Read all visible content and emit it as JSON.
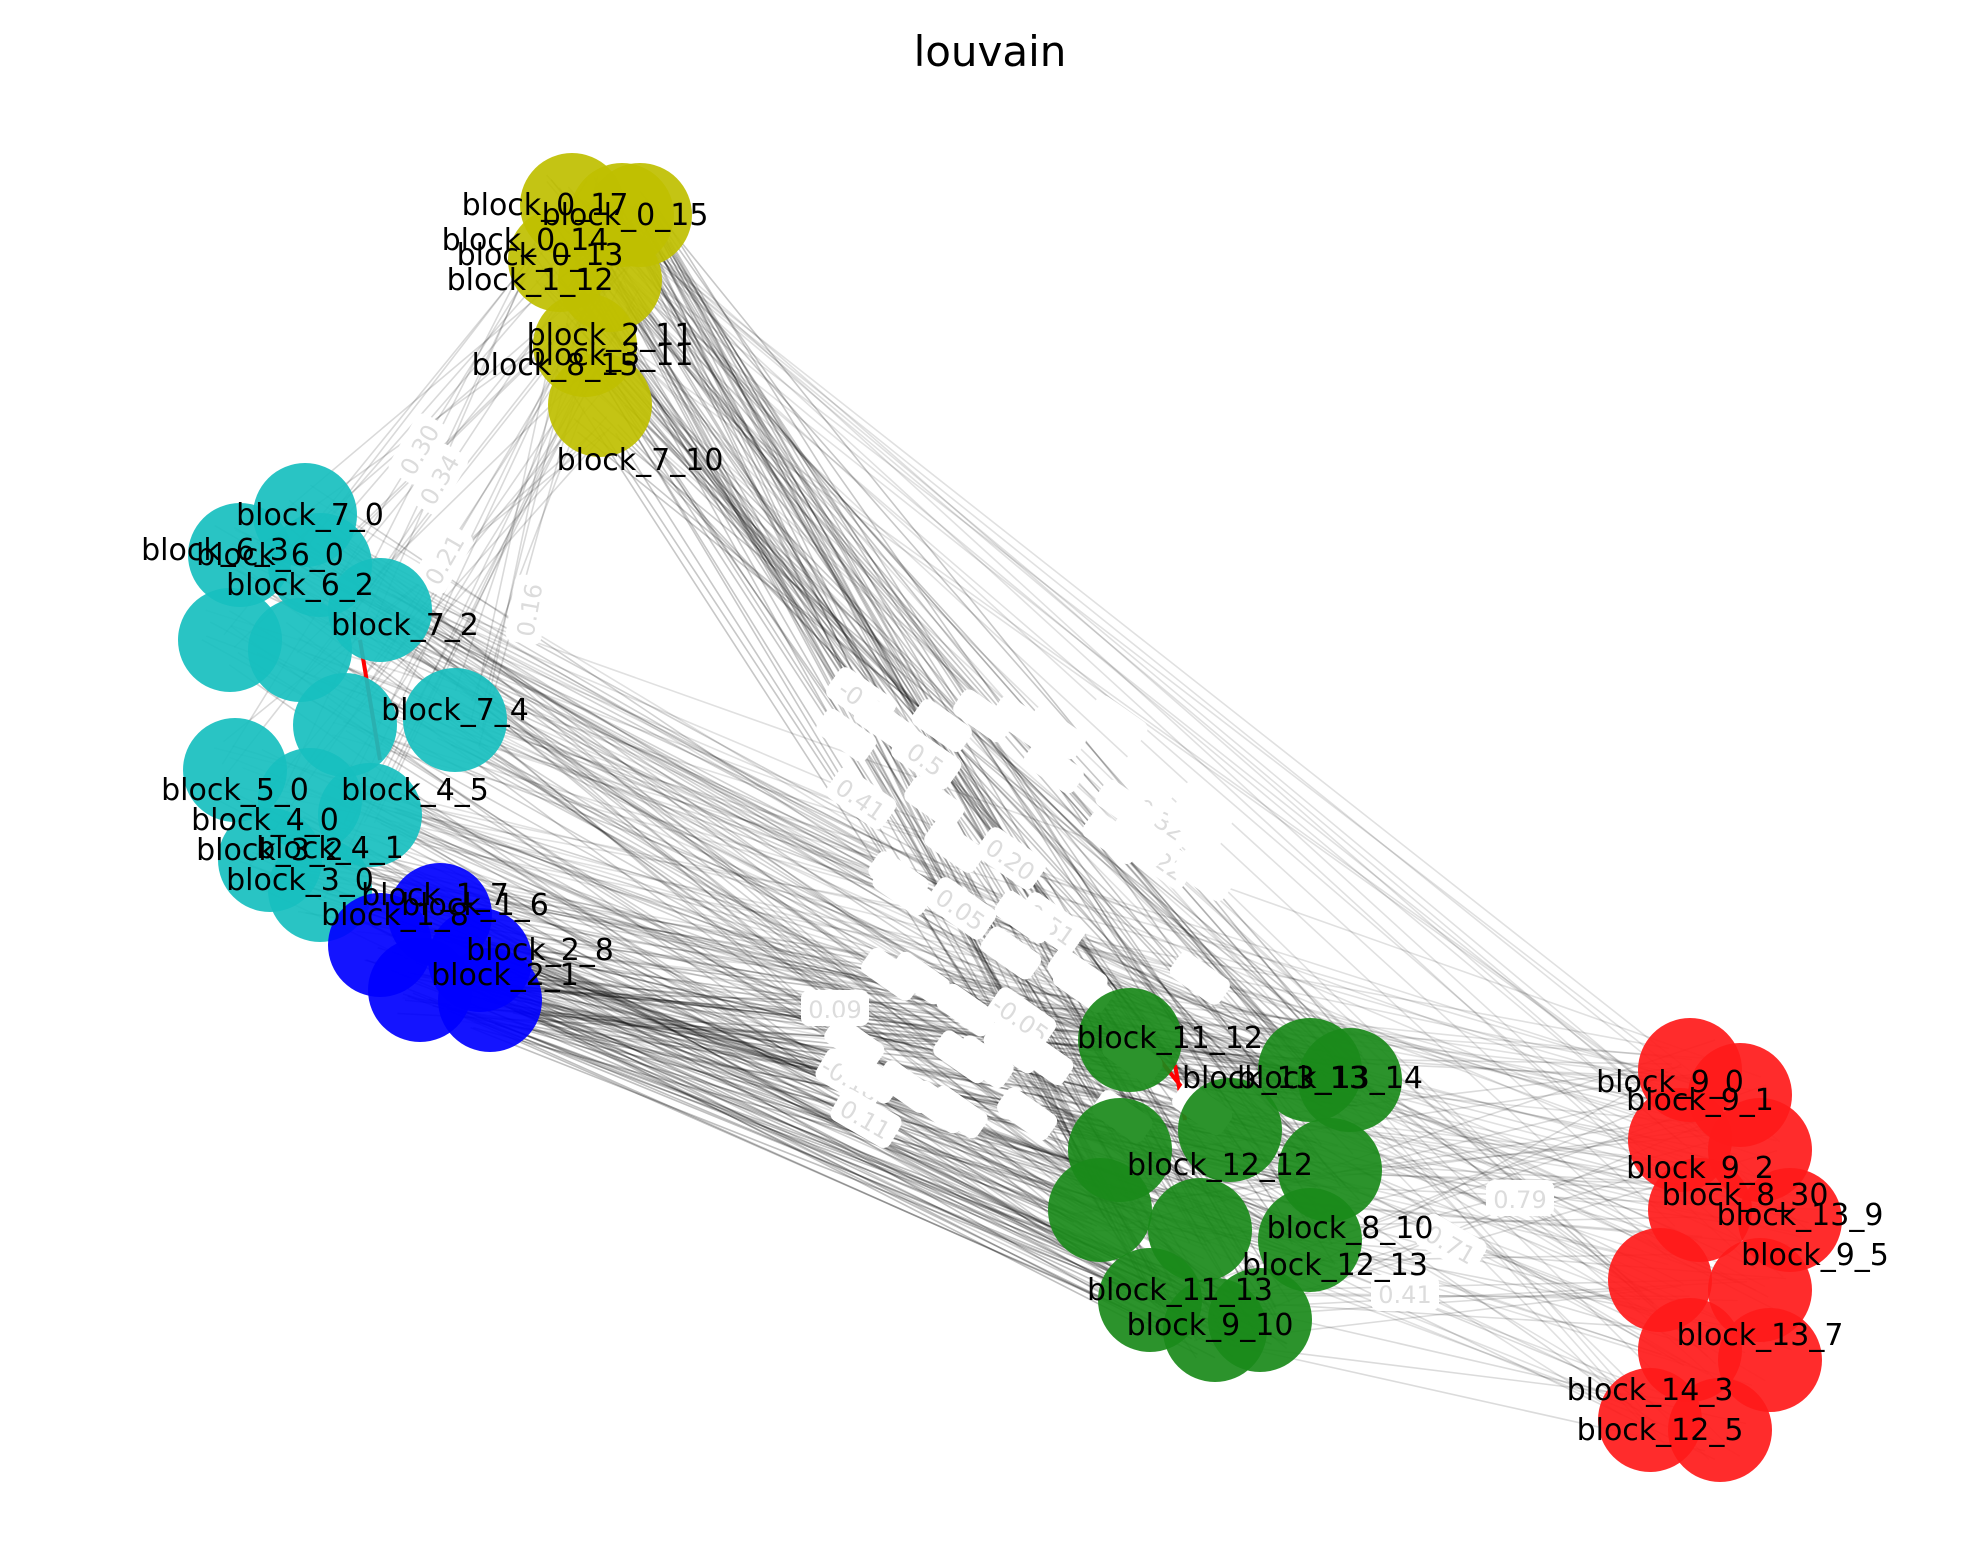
{
  "title": "louvain",
  "colors": {
    "yellow": "#bfbf00",
    "cyan": "#17bfbf",
    "blue": "#0000ff",
    "green": "#1a8a1a",
    "red": "#ff1a1a",
    "edge": "#000000",
    "edge_highlight": "#ff0000",
    "edge_label": "#dcdcdc"
  },
  "clusters": [
    {
      "id": "yellow",
      "color": "#bfbf00",
      "labels": [
        "block_0_17",
        "block_0_15",
        "block_0_14",
        "block_0_13",
        "block_1_12",
        "block_2_11",
        "block_3_11",
        "block_8_15",
        "block_7_10"
      ]
    },
    {
      "id": "cyan",
      "color": "#17bfbf",
      "labels": [
        "block_7_0",
        "block_6_3",
        "block_6_0",
        "block_6_2",
        "block_7_2",
        "block_7_4",
        "block_5_0",
        "block_4_5",
        "block_4_0",
        "block_4_1",
        "block_3_2",
        "block_3_0"
      ]
    },
    {
      "id": "blue",
      "color": "#0000ff",
      "labels": [
        "block_1_7",
        "block_1_6",
        "block_1_8",
        "block_2_8",
        "block_2_1"
      ]
    },
    {
      "id": "green",
      "color": "#1a8a1a",
      "labels": [
        "block_11_12",
        "block_13_13",
        "block_13_14",
        "block_12_12",
        "block_8_10",
        "block_12_13",
        "block_11_13",
        "block_9_10"
      ]
    },
    {
      "id": "red",
      "color": "#ff1a1a",
      "labels": [
        "block_9_0",
        "block_9_1",
        "block_9_2",
        "block_8_30",
        "block_13_9",
        "block_9_5",
        "block_13_7",
        "block_14_3",
        "block_12_5"
      ]
    }
  ],
  "edge_weights": [
    "0.30",
    "0.34",
    "0.21",
    "0.16",
    "-0.0",
    "0.5",
    "0.41",
    "0.20",
    "0.05",
    "0.51",
    "0.32",
    "0.22",
    "0.09",
    "-0.18",
    "0.11",
    "-0.05",
    "0.79",
    "0.71",
    "0.41"
  ]
}
